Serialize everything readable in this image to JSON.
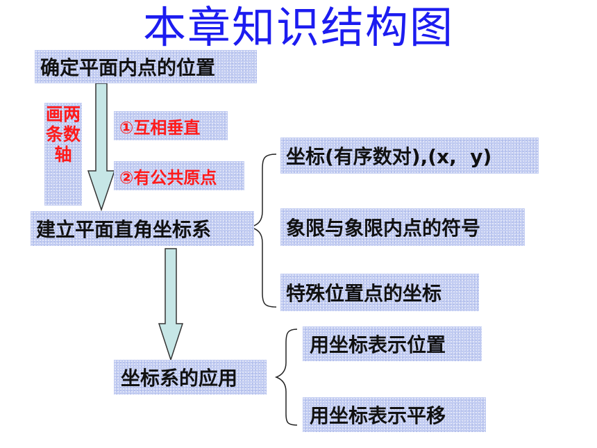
{
  "title": "本章知识结构图",
  "nodes": {
    "determine_position": "确定平面内点的位置",
    "draw_axes": "画两条数轴",
    "condition_1": "①互相垂直",
    "condition_2": "②有公共原点",
    "build_system": "建立平面直角坐标系",
    "coordinates": "坐标(有序数对),(x,  y)",
    "quadrants": "象限与象限内点的符号",
    "special_points": "特殊位置点的坐标",
    "application": "坐标系的应用",
    "represent_position": "用坐标表示位置",
    "represent_translation": "用坐标表示平移"
  },
  "colors": {
    "title": "#1c1cf0",
    "box_fill": "#c3cdf2",
    "condition_text": "#ff1a1a",
    "arrow_fill": "#c6e6e6",
    "brace": "#222222"
  }
}
